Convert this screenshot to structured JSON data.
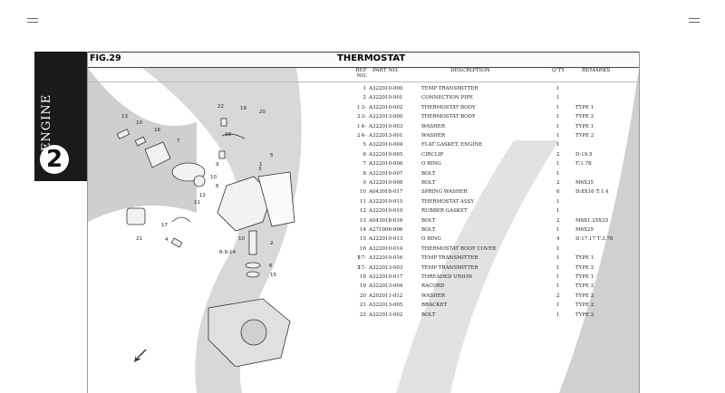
{
  "header": {
    "fig": "FIG.29",
    "title": "THERMOSTAT"
  },
  "sidebar": {
    "number": "2",
    "label": "ENGINE"
  },
  "columns": {
    "ref": "REF NO.",
    "part": "PART NO.",
    "desc": "DESCRIPTION",
    "qty": "Q'TY",
    "remarks": "REMARKS"
  },
  "rows": [
    {
      "ref": "1",
      "sub": "",
      "part": "A322010-000",
      "desc": "TEMP TRANSMITTER",
      "qty": "1",
      "rem": ""
    },
    {
      "ref": "2",
      "sub": "",
      "part": "A322010-001",
      "desc": "CONNECTION PIPE",
      "qty": "1",
      "rem": ""
    },
    {
      "ref": "3-",
      "sub": "1",
      "part": "A322010-002",
      "desc": "THERMOSTAT BODY",
      "qty": "1",
      "rem": "TYPE 1"
    },
    {
      "ref": "3-",
      "sub": "2",
      "part": "A322013-000",
      "desc": "THERMOSTAT BODY",
      "qty": "1",
      "rem": "TYPE 2"
    },
    {
      "ref": "4-",
      "sub": "1",
      "part": "A322010-003",
      "desc": "WASHER",
      "qty": "1",
      "rem": "TYPE 1"
    },
    {
      "ref": "4-",
      "sub": "2",
      "part": "A322013-001",
      "desc": "WASHER",
      "qty": "1",
      "rem": "TYPE 2"
    },
    {
      "ref": "5",
      "sub": "",
      "part": "A322010-004",
      "desc": "FLAT GASKET, ENGINE",
      "qty": "1",
      "rem": ""
    },
    {
      "ref": "6",
      "sub": "",
      "part": "A322010-005",
      "desc": "CIRCLIP",
      "qty": "2",
      "rem": "D:19.5"
    },
    {
      "ref": "7",
      "sub": "",
      "part": "A322010-006",
      "desc": "O RING",
      "qty": "1",
      "rem": "T:1.78"
    },
    {
      "ref": "8",
      "sub": "",
      "part": "A322010-007",
      "desc": "BOLT",
      "qty": "1",
      "rem": ""
    },
    {
      "ref": "9",
      "sub": "",
      "part": "A322010-008",
      "desc": "BOLT",
      "qty": "2",
      "rem": "M6X35"
    },
    {
      "ref": "10",
      "sub": "",
      "part": "A043018-017",
      "desc": "SPRING WASHER",
      "qty": "6",
      "rem": "D:8X16 T:1.4"
    },
    {
      "ref": "11",
      "sub": "",
      "part": "A322010-015",
      "desc": "THERMOSTAT ASSY",
      "qty": "1",
      "rem": ""
    },
    {
      "ref": "12",
      "sub": "",
      "part": "A322010-010",
      "desc": "RUBBER GASKET",
      "qty": "1",
      "rem": ""
    },
    {
      "ref": "13",
      "sub": "",
      "part": "A043018-016",
      "desc": "BOLT",
      "qty": "2",
      "rem": "M8X1.25X25"
    },
    {
      "ref": "14",
      "sub": "",
      "part": "A271006-006",
      "desc": "BOLT",
      "qty": "1",
      "rem": "M6X25"
    },
    {
      "ref": "15",
      "sub": "",
      "part": "A322010-013",
      "desc": "O RING",
      "qty": "4",
      "rem": "D:17.17 T:3.78"
    },
    {
      "ref": "16",
      "sub": "",
      "part": "A322010-014",
      "desc": "THERMOSTAT BODY COVER",
      "qty": "1",
      "rem": ""
    },
    {
      "ref": "17-",
      "sub": "1",
      "part": "A322010-016",
      "desc": "TEMP TRANSMITTER",
      "qty": "1",
      "rem": "TYPE 1"
    },
    {
      "ref": "17-",
      "sub": "2",
      "part": "A322013-003",
      "desc": "TEMP TRANSMITTER",
      "qty": "1",
      "rem": "TYPE 2"
    },
    {
      "ref": "18",
      "sub": "",
      "part": "A322010-017",
      "desc": "THREADED UNION",
      "qty": "1",
      "rem": "TYPE 1"
    },
    {
      "ref": "19",
      "sub": "",
      "part": "A322013-004",
      "desc": "RACORD",
      "qty": "1",
      "rem": "TYPE 2"
    },
    {
      "ref": "20",
      "sub": "",
      "part": "A202011-012",
      "desc": "WASHER",
      "qty": "2",
      "rem": "TYPE 2"
    },
    {
      "ref": "21",
      "sub": "",
      "part": "A322013-005",
      "desc": "BRACKET",
      "qty": "1",
      "rem": "TYPE 2"
    },
    {
      "ref": "22",
      "sub": "",
      "part": "A322013-002",
      "desc": "BOLT",
      "qty": "1",
      "rem": "TYPE 2"
    }
  ],
  "diagram_labels": [
    "13",
    "10",
    "16",
    "7",
    "22",
    "18",
    "19",
    "20",
    "1",
    "9",
    "10",
    "6",
    "3",
    "5",
    "12",
    "11",
    "21",
    "17",
    "4",
    "2",
    "8-9-14",
    "10",
    "6",
    "15"
  ]
}
